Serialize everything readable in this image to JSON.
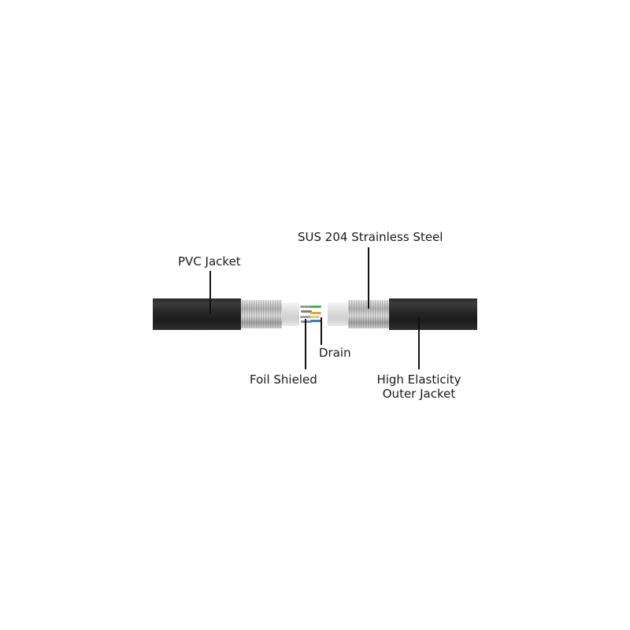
{
  "diagram": {
    "type": "cable-cross-section",
    "labels": {
      "pvc_jacket": "PVC Jacket",
      "steel": "SUS 204 Strainless Steel",
      "drain": "Drain",
      "foil": "Foil Shieled",
      "outer_line1": "High Elasticity",
      "outer_line2": "Outer Jacket"
    },
    "colors": {
      "background": "#ffffff",
      "jacket": "#262626",
      "braid": "#c8c8c8",
      "foil": "#dcdcdc",
      "wire_green": "#3db54a",
      "wire_orange": "#e8a92a",
      "wire_blue": "#2a7fd0",
      "wire_gray": "#8a8a8a",
      "leader_line": "#111111",
      "text": "#1a1a1a"
    }
  }
}
